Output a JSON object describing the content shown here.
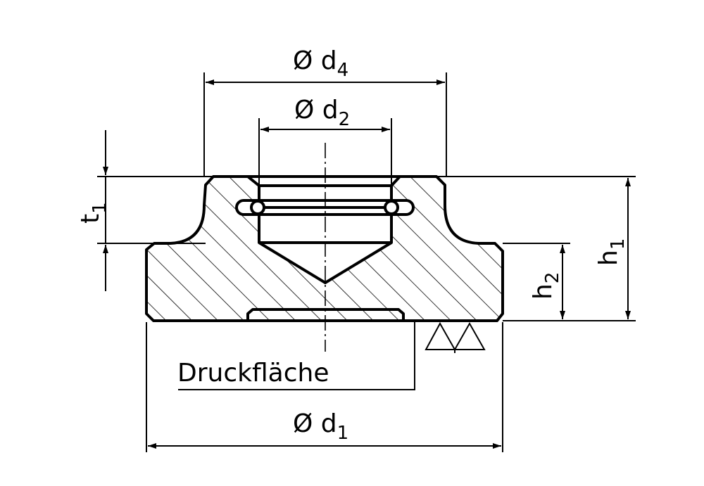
{
  "labels": {
    "d4": {
      "sym": "Ø d",
      "sub": "4"
    },
    "d2": {
      "sym": "Ø d",
      "sub": "2"
    },
    "d1": {
      "sym": "Ø d",
      "sub": "1"
    },
    "t1": {
      "sym": "t",
      "sub": "1"
    },
    "h1": {
      "sym": "h",
      "sub": "1"
    },
    "h2": {
      "sym": "h",
      "sub": "2"
    },
    "pressure_surface": "Druckfläche"
  }
}
